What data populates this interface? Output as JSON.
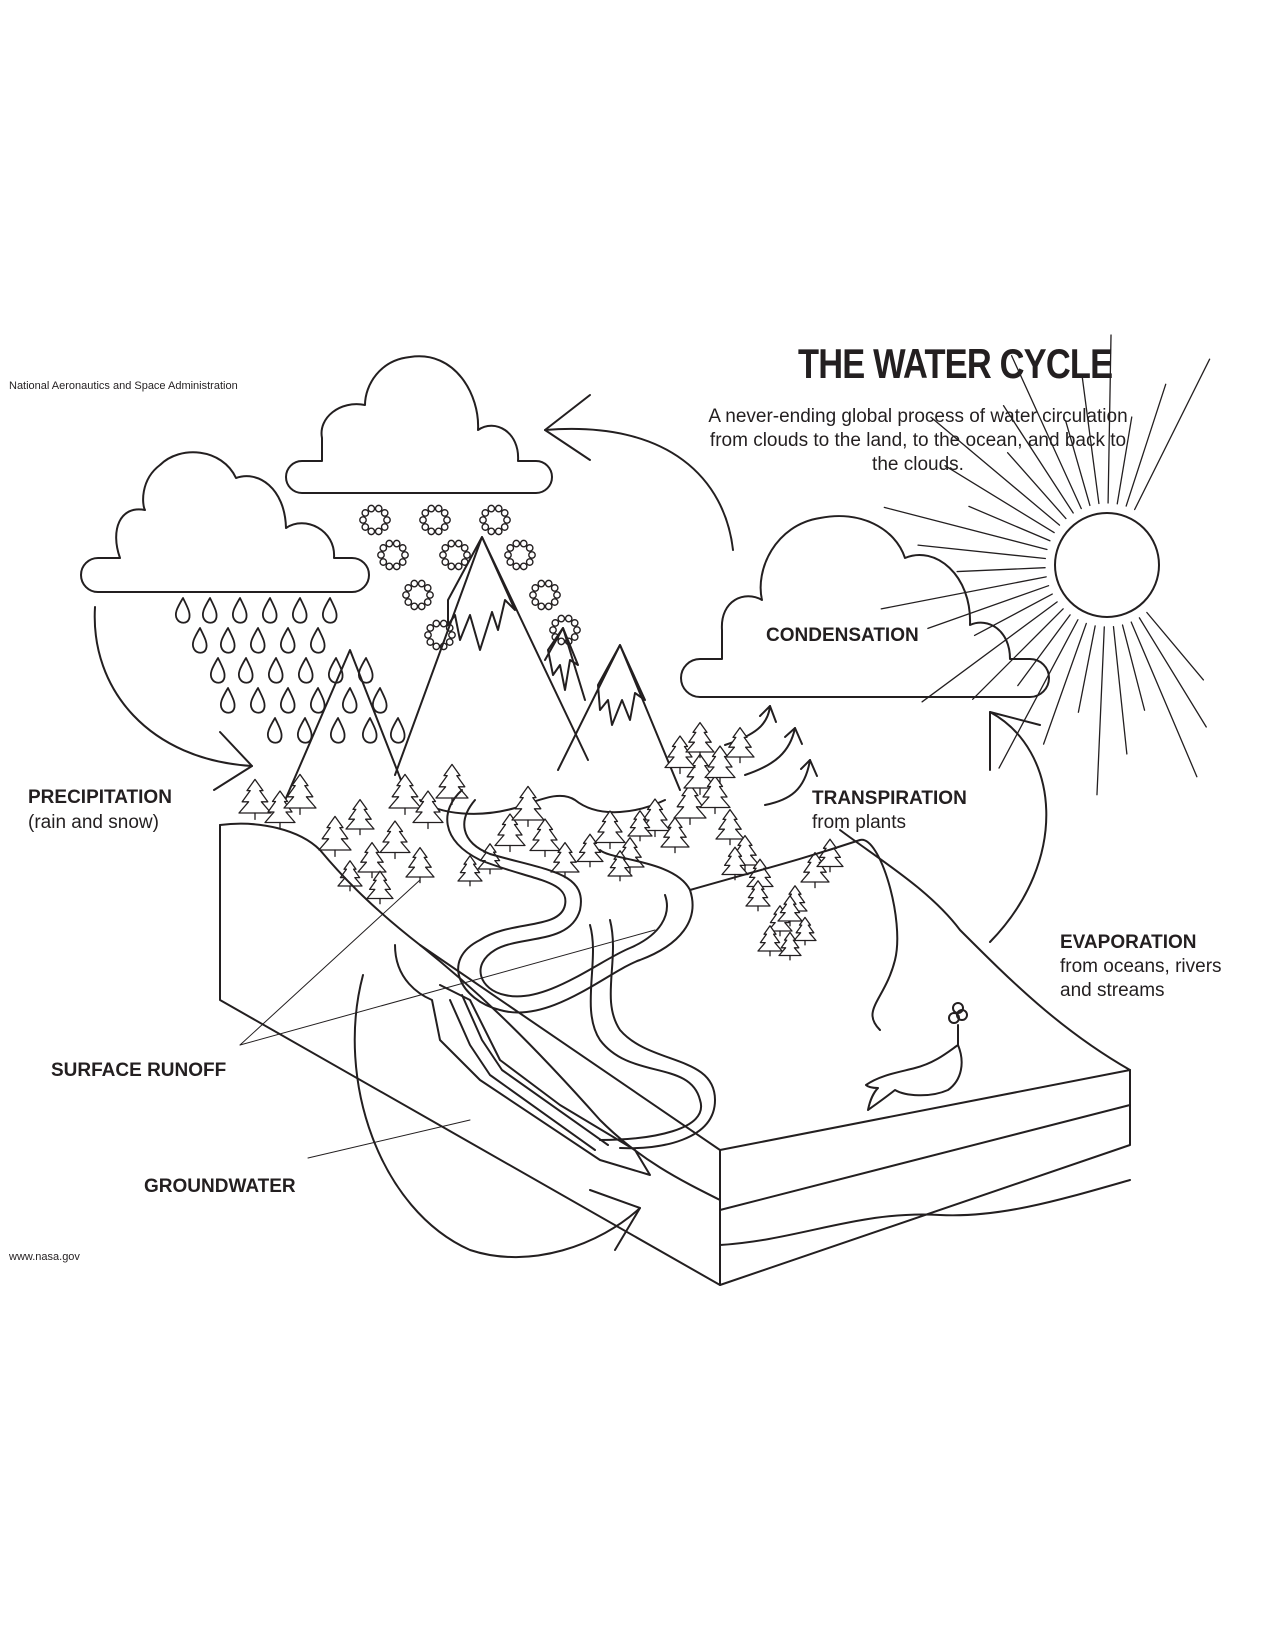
{
  "header": {
    "agency": "National Aeronautics and Space Administration",
    "title": "THE WATER CYCLE",
    "subtitle": "A never-ending global process of water circulation from clouds to the land, to the ocean, and back to the clouds."
  },
  "labels": {
    "condensation": "CONDENSATION",
    "precipitation": "PRECIPITATION",
    "precipitation_sub": "(rain and snow)",
    "transpiration": "TRANSPIRATION",
    "transpiration_sub": "from plants",
    "evaporation": "EVAPORATION",
    "evaporation_sub": "from oceans, rivers and streams",
    "surface_runoff": "SURFACE RUNOFF",
    "groundwater": "GROUNDWATER"
  },
  "footer": {
    "url": "www.nasa.gov"
  }
}
